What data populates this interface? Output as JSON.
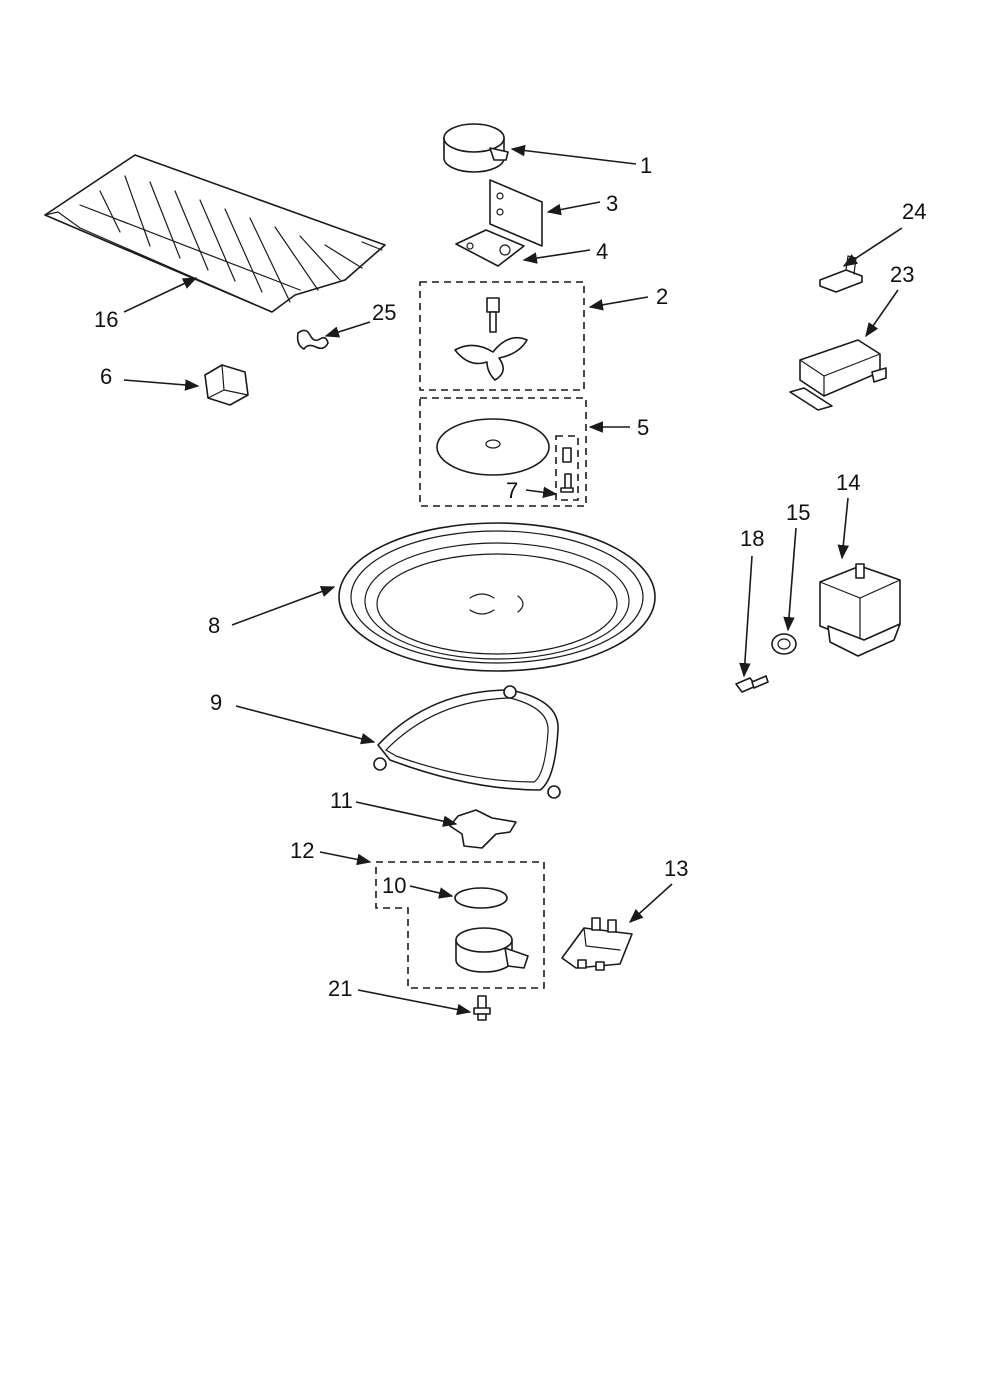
{
  "labels": {
    "p1": "1",
    "p2": "2",
    "p3": "3",
    "p4": "4",
    "p5": "5",
    "p6": "6",
    "p7": "7",
    "p8": "8",
    "p9": "9",
    "p10": "10",
    "p11": "11",
    "p12": "12",
    "p13": "13",
    "p14": "14",
    "p15": "15",
    "p16": "16",
    "p18": "18",
    "p21": "21",
    "p23": "23",
    "p24": "24",
    "p25": "25"
  }
}
